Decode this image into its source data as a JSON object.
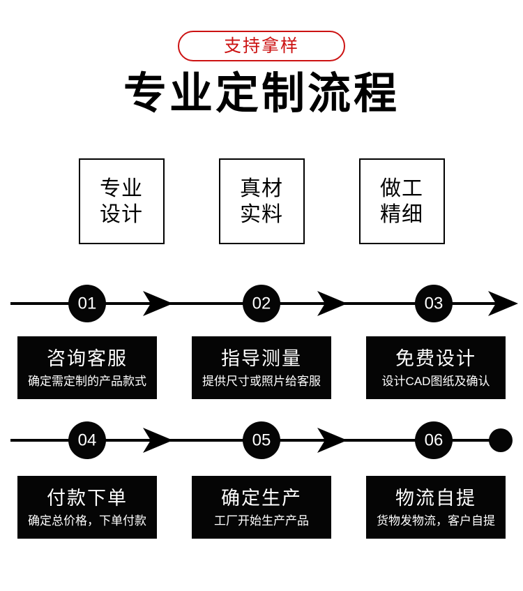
{
  "badge": {
    "label": "支持拿样",
    "color": "#cc1212"
  },
  "title": "专业定制流程",
  "features": [
    {
      "line1": "专业",
      "line2": "设计"
    },
    {
      "line1": "真材",
      "line2": "实料"
    },
    {
      "line1": "做工",
      "line2": "精细"
    }
  ],
  "timeline": {
    "rows": [
      {
        "numbers": [
          "01",
          "02",
          "03"
        ],
        "end_marker": "arrow-head"
      },
      {
        "numbers": [
          "04",
          "05",
          "06"
        ],
        "end_marker": "dot"
      }
    ]
  },
  "steps": [
    {
      "number": "01",
      "title": "咨询客服",
      "subtitle": "确定需定制的产品款式"
    },
    {
      "number": "02",
      "title": "指导测量",
      "subtitle": "提供尺寸或照片给客服"
    },
    {
      "number": "03",
      "title": "免费设计",
      "subtitle": "设计CAD图纸及确认"
    },
    {
      "number": "04",
      "title": "付款下单",
      "subtitle": "确定总价格，下单付款"
    },
    {
      "number": "05",
      "title": "确定生产",
      "subtitle": "工厂开始生产产品"
    },
    {
      "number": "06",
      "title": "物流自提",
      "subtitle": "货物发物流，客户自提"
    }
  ],
  "colors": {
    "accent_red": "#cc1212",
    "card_bg": "#050505",
    "card_text": "#ffffff",
    "line": "#000000"
  }
}
